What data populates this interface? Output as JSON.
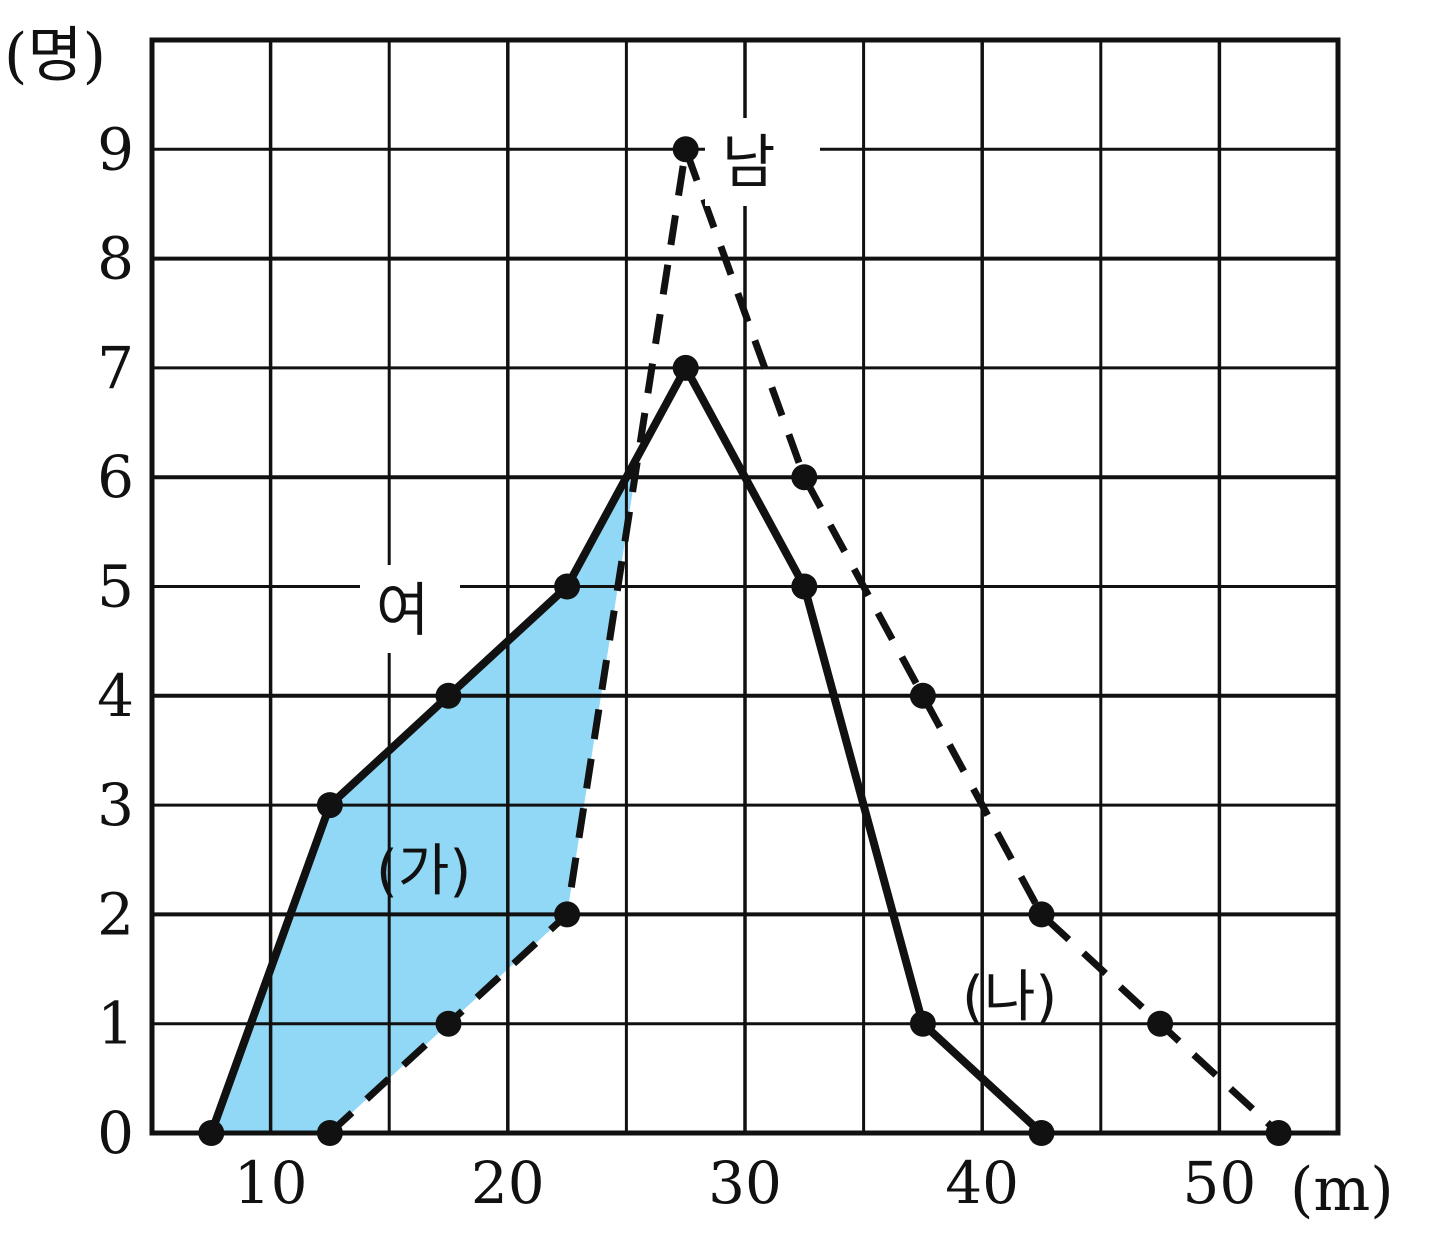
{
  "chart_data": {
    "type": "line",
    "xlabel": "(m)",
    "ylabel": "(명)",
    "xlim": [
      5,
      55
    ],
    "ylim": [
      0,
      10
    ],
    "x_ticks": [
      10,
      20,
      30,
      40,
      50
    ],
    "y_ticks": [
      0,
      1,
      2,
      3,
      4,
      5,
      6,
      7,
      8,
      9
    ],
    "grid": true,
    "fill_color": "#90d8f6",
    "series": [
      {
        "name": "여",
        "style": "solid",
        "x": [
          7.5,
          12.5,
          17.5,
          22.5,
          27.5,
          32.5,
          37.5,
          42.5
        ],
        "y": [
          0,
          3,
          4,
          5,
          7,
          5,
          1,
          0
        ]
      },
      {
        "name": "남",
        "style": "dashed",
        "x": [
          12.5,
          17.5,
          22.5,
          27.5,
          32.5,
          37.5,
          42.5,
          47.5,
          52.5
        ],
        "y": [
          0,
          1,
          2,
          9,
          6,
          4,
          2,
          1,
          0
        ]
      }
    ],
    "regions": [
      {
        "label": "(가)"
      },
      {
        "label": "(나)"
      }
    ]
  }
}
